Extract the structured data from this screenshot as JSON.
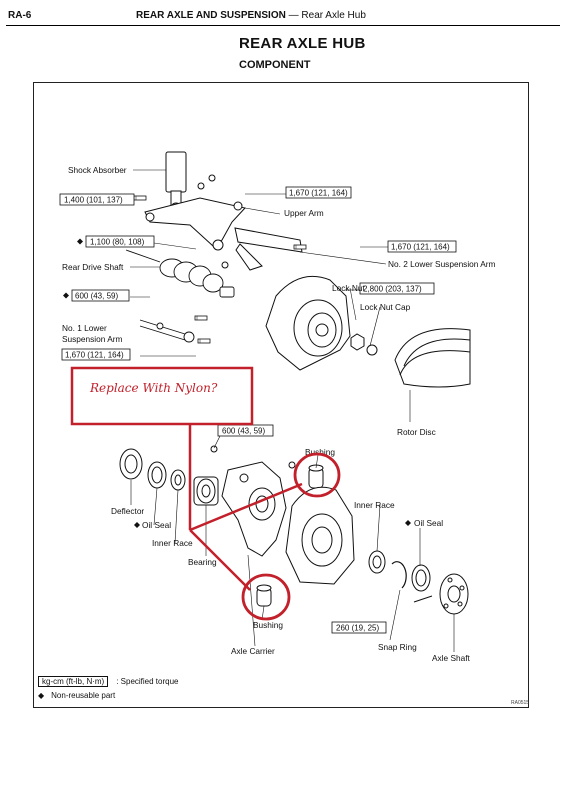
{
  "header": {
    "page_number": "RA-6",
    "section": "REAR AXLE AND SUSPENSION",
    "separator": " — ",
    "topic": "Rear Axle Hub"
  },
  "title": "REAR AXLE HUB",
  "subtitle": "COMPONENT",
  "annotation": {
    "text": "Replace With Nylon?",
    "color": "#c2202a"
  },
  "labels": {
    "shock_absorber": "Shock Absorber",
    "upper_arm": "Upper Arm",
    "rear_drive_shaft": "Rear Drive Shaft",
    "no2_lower_arm": "No. 2 Lower Suspension Arm",
    "lock_nut": "Lock Nut",
    "lock_nut_cap": "Lock Nut Cap",
    "no1_lower_arm_line1": "No. 1 Lower",
    "no1_lower_arm_line2": "Suspension Arm",
    "rotor_disc": "Rotor Disc",
    "bushing_upper": "Bushing",
    "bushing_lower": "Bushing",
    "deflector": "Deflector",
    "oil_seal_left": "Oil Seal",
    "oil_seal_right": "Oil Seal",
    "inner_race_left": "Inner Race",
    "inner_race_right": "Inner Race",
    "bearing": "Bearing",
    "axle_carrier": "Axle Carrier",
    "snap_ring": "Snap Ring",
    "axle_shaft": "Axle Shaft",
    "diagram_code": "RA0515"
  },
  "torques": {
    "t1": "1,400 (101, 137)",
    "t2": "1,670 (121, 164)",
    "t3": "1,100 (80, 108)",
    "t4": "1,670 (121, 164)",
    "t5": "600 (43, 59)",
    "t6": "2,800 (203, 137)",
    "t7": "1,670 (121, 164)",
    "t8": "600 (43, 59)",
    "t9": "260 (19, 25)"
  },
  "legend": {
    "unit_box": "kg-cm (ft-lb, N·m)",
    "unit_desc": ": Specified torque",
    "nonreusable_symbol": "◆",
    "nonreusable_desc": "Non-reusable part"
  }
}
